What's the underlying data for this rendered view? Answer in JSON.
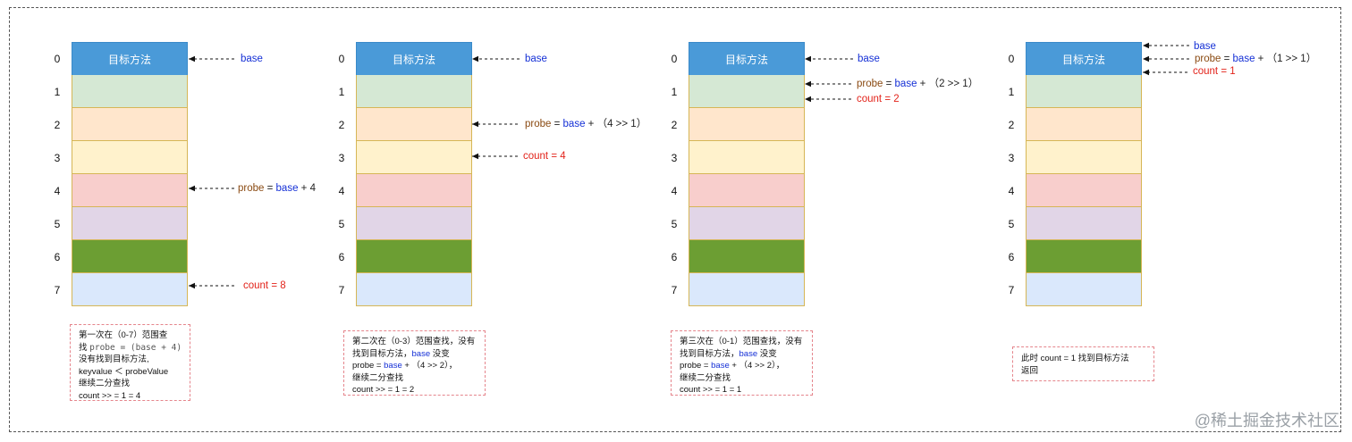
{
  "block_label": "目标方法",
  "indices": [
    "0",
    "1",
    "2",
    "3",
    "4",
    "5",
    "6",
    "7"
  ],
  "cell_colors": [
    "#4a9ad8",
    "#d5e8d4",
    "#ffe6cc",
    "#fff2cc",
    "#f8cecc",
    "#e1d5e7",
    "#6c9e33",
    "#dae8fc"
  ],
  "columns": [
    {
      "annotations": [
        {
          "parts": [
            {
              "text": "base",
              "color": "blue"
            }
          ]
        },
        {
          "parts": [
            {
              "text": "probe",
              "color": "brown"
            },
            {
              "text": " = ",
              "color": "black"
            },
            {
              "text": "base",
              "color": "blue"
            },
            {
              "text": " + 4",
              "color": "black"
            }
          ]
        },
        {
          "parts": [
            {
              "text": "count = 8",
              "color": "red"
            }
          ]
        }
      ],
      "note": [
        [
          {
            "t": "第一次在（0-7）范围查",
            "c": "black"
          }
        ],
        [
          {
            "t": "找 ",
            "c": "black"
          },
          {
            "t": "probe = (base + 4)",
            "c": "mono-gray"
          }
        ],
        [
          {
            "t": "没有找到目标方法,",
            "c": "black"
          }
        ],
        [
          {
            "t": "keyvalue ＜ probeValue",
            "c": "black"
          }
        ],
        [
          {
            "t": "继续二分查找",
            "c": "black"
          }
        ],
        [
          {
            "t": "count >> = 1 = 4",
            "c": "black"
          }
        ]
      ]
    },
    {
      "annotations": [
        {
          "parts": [
            {
              "text": "base",
              "color": "blue"
            }
          ]
        },
        {
          "parts": [
            {
              "text": "probe",
              "color": "brown"
            },
            {
              "text": " = ",
              "color": "black"
            },
            {
              "text": "base",
              "color": "blue"
            },
            {
              "text": " +  （4 >> 1）",
              "color": "black"
            }
          ]
        },
        {
          "parts": [
            {
              "text": "count = 4",
              "color": "red"
            }
          ]
        }
      ],
      "note": [
        [
          {
            "t": "第二次在（0-3）范围查找，没有",
            "c": "black"
          }
        ],
        [
          {
            "t": "找到目标方法，",
            "c": "black"
          },
          {
            "t": "base",
            "c": "blue"
          },
          {
            "t": "  没变",
            "c": "black"
          }
        ],
        [
          {
            "t": "probe = ",
            "c": "black"
          },
          {
            "t": "base",
            "c": "blue"
          },
          {
            "t": " +  （4 >> 2），",
            "c": "black"
          }
        ],
        [
          {
            "t": "继续二分查找",
            "c": "black"
          }
        ],
        [
          {
            "t": "count >> = 1 = 2",
            "c": "black"
          }
        ]
      ]
    },
    {
      "annotations": [
        {
          "parts": [
            {
              "text": "base",
              "color": "blue"
            }
          ]
        },
        {
          "parts": [
            {
              "text": "probe",
              "color": "brown"
            },
            {
              "text": " = ",
              "color": "black"
            },
            {
              "text": "base",
              "color": "blue"
            },
            {
              "text": " +  （2 >> 1）",
              "color": "black"
            }
          ]
        },
        {
          "parts": [
            {
              "text": "count = 2",
              "color": "red"
            }
          ]
        }
      ],
      "note": [
        [
          {
            "t": "第三次在（0-1）范围查找，没有",
            "c": "black"
          }
        ],
        [
          {
            "t": "找到目标方法，",
            "c": "black"
          },
          {
            "t": "base",
            "c": "blue"
          },
          {
            "t": "  没变",
            "c": "black"
          }
        ],
        [
          {
            "t": "probe = ",
            "c": "black"
          },
          {
            "t": "base",
            "c": "blue"
          },
          {
            "t": " +  （4 >> 2），",
            "c": "black"
          }
        ],
        [
          {
            "t": "继续二分查找",
            "c": "black"
          }
        ],
        [
          {
            "t": "count >> = 1 = 1",
            "c": "black"
          }
        ]
      ]
    },
    {
      "annotations": [
        {
          "parts": [
            {
              "text": "base",
              "color": "blue"
            }
          ]
        },
        {
          "parts": [
            {
              "text": "probe",
              "color": "brown"
            },
            {
              "text": " = ",
              "color": "black"
            },
            {
              "text": "base",
              "color": "blue"
            },
            {
              "text": " +  （1 >> 1）",
              "color": "black"
            }
          ]
        },
        {
          "parts": [
            {
              "text": "count = 1",
              "color": "red"
            }
          ]
        }
      ],
      "note": [
        [
          {
            "t": "此时  count = 1  找到目标方法",
            "c": "black"
          }
        ],
        [
          {
            "t": "返回",
            "c": "black"
          }
        ]
      ]
    }
  ],
  "watermark": "@稀土掘金技术社区"
}
